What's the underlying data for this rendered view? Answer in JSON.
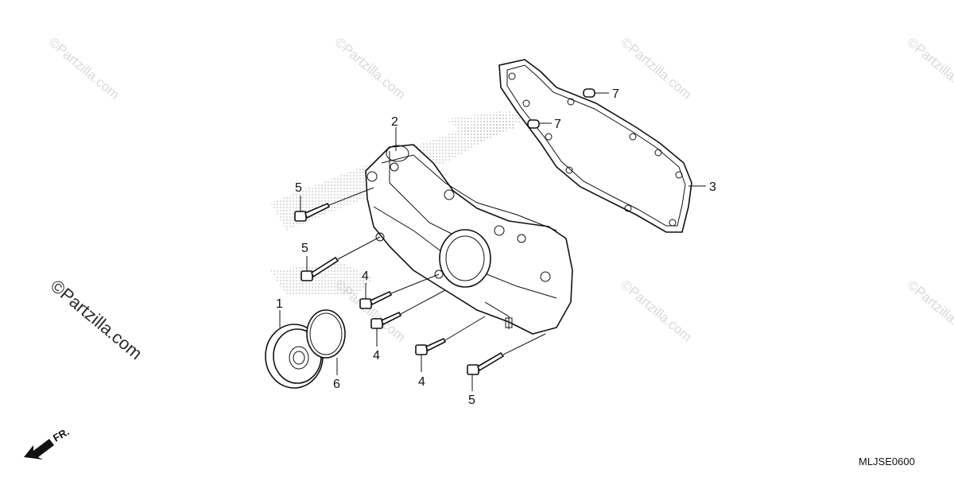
{
  "diagram_code": "MLJSE0600",
  "direction_label": "FR.",
  "watermark": {
    "text": "©Partzilla.com"
  },
  "callouts": [
    {
      "id": "c1",
      "label": "1"
    },
    {
      "id": "c2",
      "label": "2"
    },
    {
      "id": "c3",
      "label": "3"
    },
    {
      "id": "c4a",
      "label": "4"
    },
    {
      "id": "c4b",
      "label": "4"
    },
    {
      "id": "c4c",
      "label": "4"
    },
    {
      "id": "c5a",
      "label": "5"
    },
    {
      "id": "c5b",
      "label": "5"
    },
    {
      "id": "c5c",
      "label": "5"
    },
    {
      "id": "c6",
      "label": "6"
    },
    {
      "id": "c7a",
      "label": "7"
    },
    {
      "id": "c7b",
      "label": "7"
    }
  ],
  "icons": {
    "direction": "arrow-front-icon"
  }
}
